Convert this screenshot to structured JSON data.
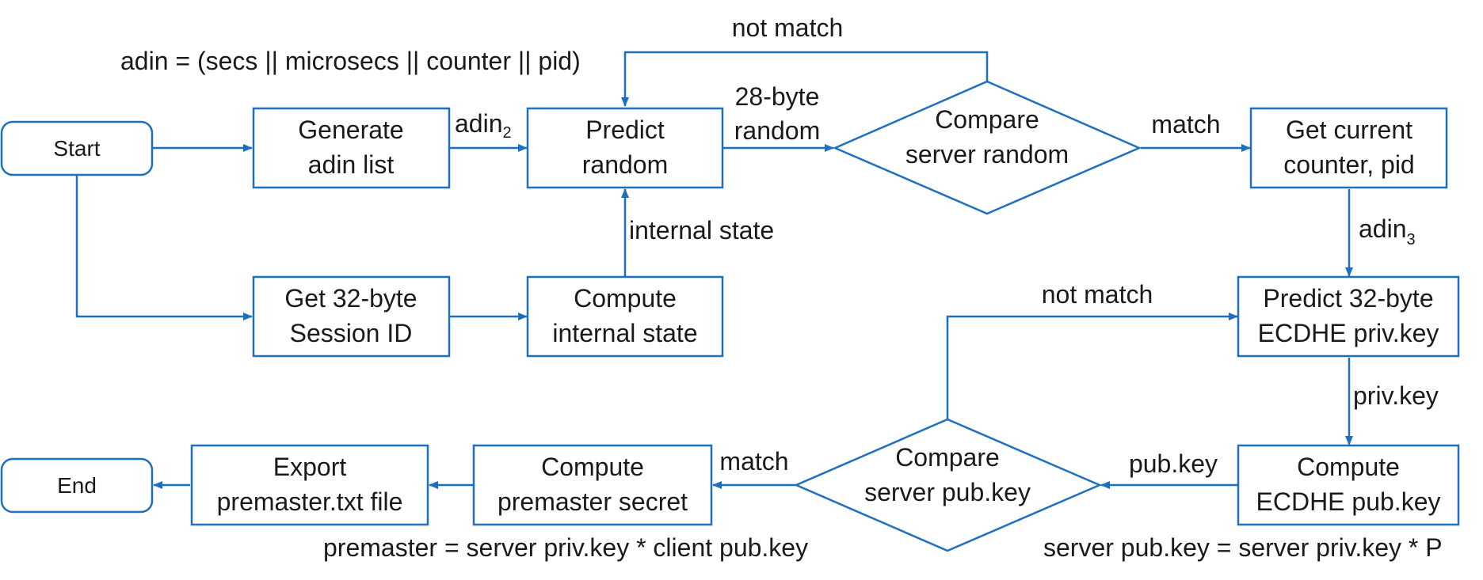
{
  "colors": {
    "stroke": "#1f6fbf",
    "text": "#1a1a1a",
    "background": "#ffffff"
  },
  "notes": {
    "adin_formula": "adin = (secs || microsecs || counter || pid)",
    "premaster_formula": "premaster = server priv.key * client pub.key",
    "server_pubkey_formula": "server pub.key = server priv.key * P"
  },
  "nodes": {
    "start": {
      "label": "Start"
    },
    "end": {
      "label": "End"
    },
    "generate_adin": {
      "line1": "Generate",
      "line2": "adin list"
    },
    "predict_random": {
      "line1": "Predict",
      "line2": "random"
    },
    "compare_random": {
      "line1": "Compare",
      "line2": "server random"
    },
    "get_counter": {
      "line1": "Get current",
      "line2": "counter, pid"
    },
    "get_session": {
      "line1": "Get 32-byte",
      "line2": "Session ID"
    },
    "compute_state": {
      "line1": "Compute",
      "line2": "internal state"
    },
    "predict_privkey": {
      "line1": "Predict 32-byte",
      "line2": "ECDHE priv.key"
    },
    "compute_pubkey": {
      "line1": "Compute",
      "line2": "ECDHE pub.key"
    },
    "compare_pubkey": {
      "line1": "Compare",
      "line2": "server pub.key"
    },
    "compute_premaster": {
      "line1": "Compute",
      "line2": "premaster secret"
    },
    "export_file": {
      "line1": "Export",
      "line2": "premaster.txt file"
    }
  },
  "edges": {
    "adin2": {
      "base": "adin",
      "sub": "2"
    },
    "random28": {
      "line1": "28-byte",
      "line2": "random"
    },
    "not_match_top": "not match",
    "match_top": "match",
    "internal_state": "internal state",
    "adin3": {
      "base": "adin",
      "sub": "3"
    },
    "not_match_bottom": "not match",
    "priv_key": "priv.key",
    "pub_key": "pub.key",
    "match_bottom": "match"
  }
}
